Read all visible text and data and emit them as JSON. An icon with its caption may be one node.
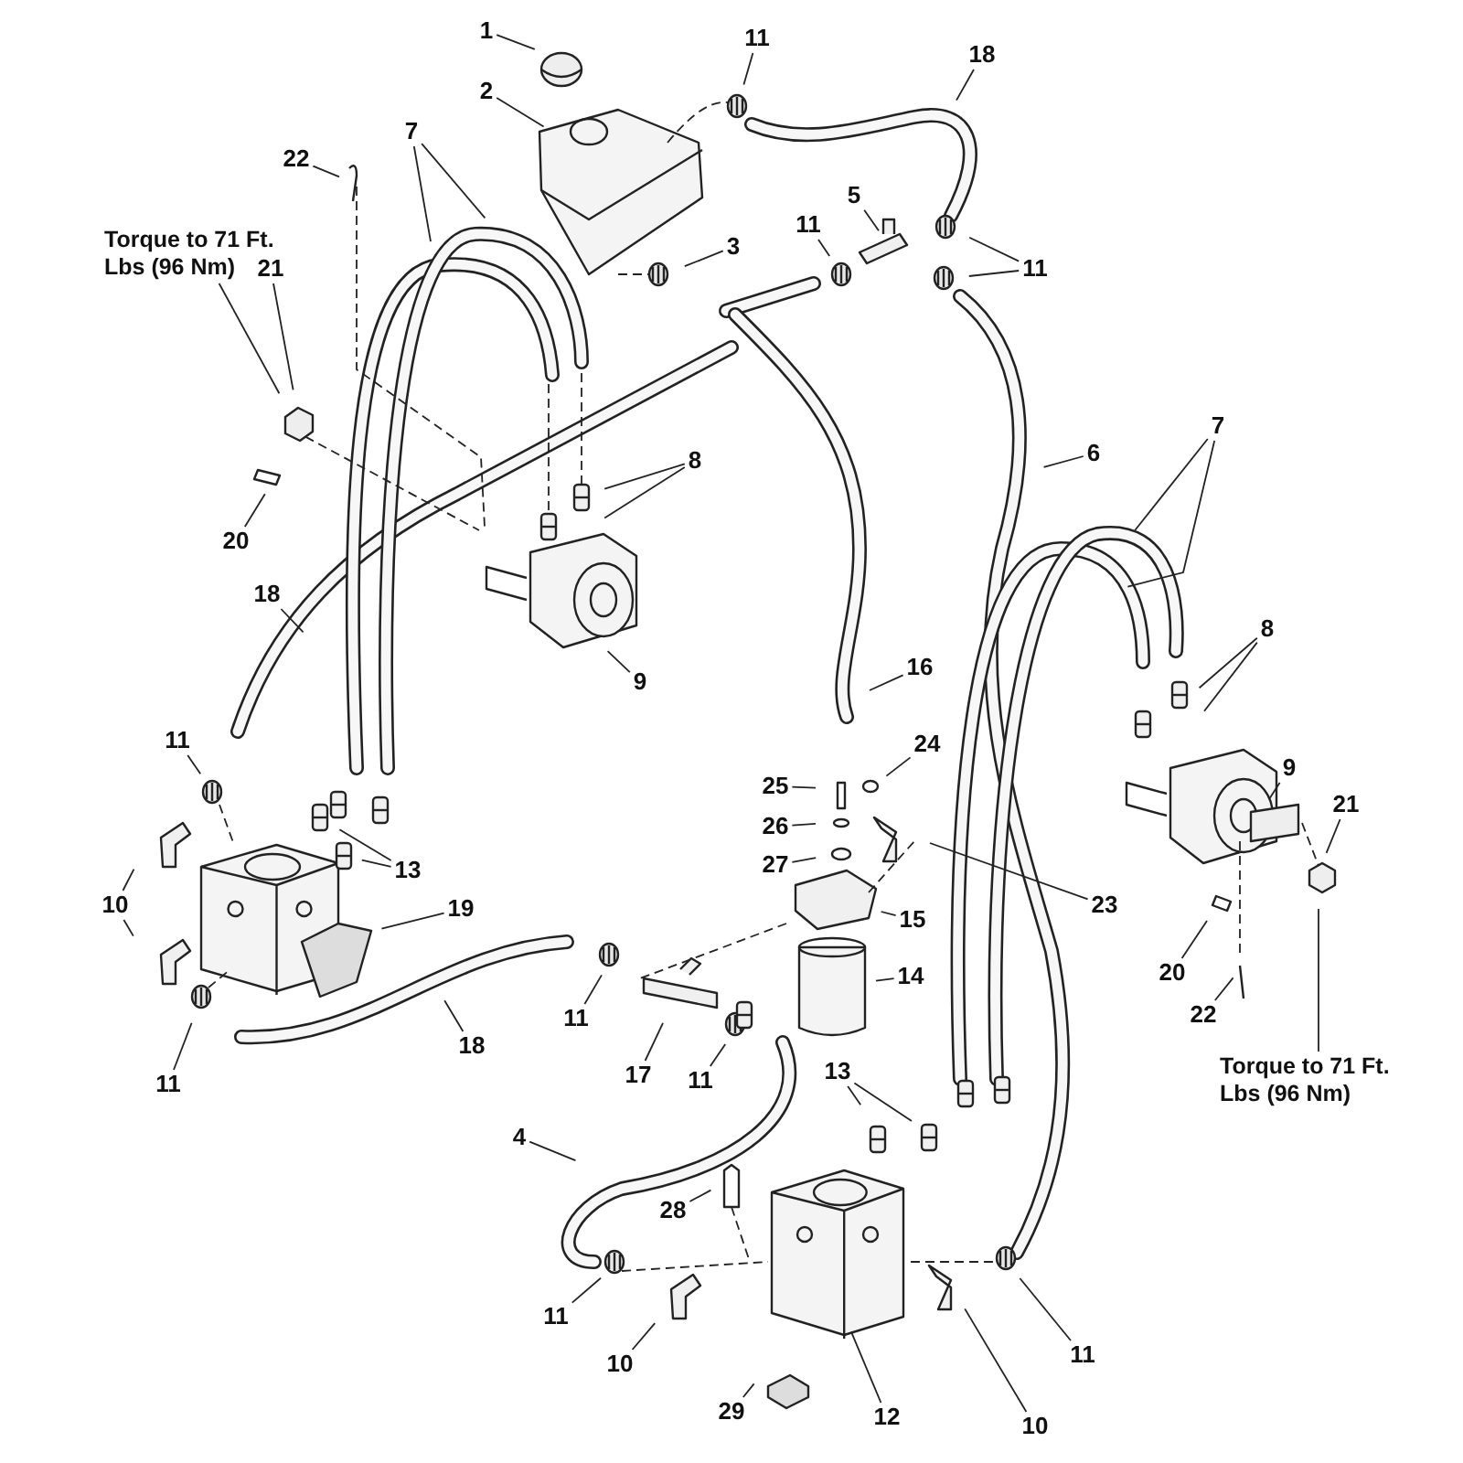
{
  "diagram": {
    "nodes": [
      {
        "text": [
          "1"
        ]
      },
      {
        "text": [
          "11"
        ]
      },
      {
        "text": [
          "18"
        ]
      },
      {
        "text": [
          "2"
        ]
      },
      {
        "text": [
          "7"
        ]
      },
      {
        "text": [
          "22"
        ]
      },
      {
        "text": [
          "5"
        ]
      },
      {
        "text": [
          "11"
        ]
      },
      {
        "text": [
          "Torque to 71 Ft. Lbs (96 Nm)"
        ]
      },
      {
        "text": [
          "3"
        ]
      },
      {
        "text": [
          "11"
        ]
      },
      {
        "text": [
          "21"
        ]
      },
      {
        "text": [
          "7"
        ]
      },
      {
        "text": [
          "6"
        ]
      },
      {
        "text": [
          "8"
        ]
      },
      {
        "text": [
          "20"
        ]
      },
      {
        "text": [
          "18"
        ]
      },
      {
        "text": [
          "8"
        ]
      },
      {
        "text": [
          "16"
        ]
      },
      {
        "text": [
          "9"
        ]
      },
      {
        "text": [
          "11"
        ]
      },
      {
        "text": [
          "24"
        ]
      },
      {
        "text": [
          "9"
        ]
      },
      {
        "text": [
          "25"
        ]
      },
      {
        "text": [
          "21"
        ]
      },
      {
        "text": [
          "26"
        ]
      },
      {
        "text": [
          "27"
        ]
      },
      {
        "text": [
          "13"
        ]
      },
      {
        "text": [
          "10"
        ]
      },
      {
        "text": [
          "23"
        ]
      },
      {
        "text": [
          "19"
        ]
      },
      {
        "text": [
          "15"
        ]
      },
      {
        "text": [
          "14"
        ]
      },
      {
        "text": [
          "20"
        ]
      },
      {
        "text": [
          "22"
        ]
      },
      {
        "text": [
          "11"
        ]
      },
      {
        "text": [
          "18"
        ]
      },
      {
        "text": [
          "13"
        ]
      },
      {
        "text": [
          "Torque to 71 Ft. Lbs (96 Nm)"
        ]
      },
      {
        "text": [
          "17"
        ]
      },
      {
        "text": [
          "11"
        ]
      },
      {
        "text": [
          "11"
        ]
      },
      {
        "text": [
          "4"
        ]
      },
      {
        "text": [
          "28"
        ]
      },
      {
        "text": [
          "11"
        ]
      },
      {
        "text": [
          "11"
        ]
      },
      {
        "text": [
          "10"
        ]
      },
      {
        "text": [
          "29"
        ]
      },
      {
        "text": [
          "12"
        ]
      },
      {
        "text": [
          "10"
        ]
      }
    ],
    "edges": [
      {
        "from": 0,
        "to": null,
        "arrow": "none"
      },
      {
        "from": 1,
        "to": null,
        "arrow": "none"
      },
      {
        "from": 2,
        "to": null,
        "arrow": "none"
      },
      {
        "from": 3,
        "to": null,
        "arrow": "none"
      },
      {
        "from": 4,
        "to": null,
        "arrow": "none"
      },
      {
        "from": 4,
        "to": null,
        "arrow": "none"
      },
      {
        "from": 5,
        "to": null,
        "arrow": "none"
      },
      {
        "from": 6,
        "to": null,
        "arrow": "none"
      },
      {
        "from": 7,
        "to": null,
        "arrow": "none"
      },
      {
        "from": 8,
        "to": null,
        "arrow": "none"
      },
      {
        "from": 9,
        "to": null,
        "arrow": "none"
      },
      {
        "from": 10,
        "to": null,
        "arrow": "none"
      },
      {
        "from": 10,
        "to": null,
        "arrow": "none"
      },
      {
        "from": 11,
        "to": null,
        "arrow": "none"
      },
      {
        "from": 12,
        "to": null,
        "arrow": "none"
      },
      {
        "from": 12,
        "to": null,
        "arrow": "none"
      },
      {
        "from": 13,
        "to": null,
        "arrow": "none"
      },
      {
        "from": 14,
        "to": null,
        "arrow": "none"
      },
      {
        "from": 14,
        "to": null,
        "arrow": "none"
      },
      {
        "from": 15,
        "to": null,
        "arrow": "none"
      },
      {
        "from": 16,
        "to": null,
        "arrow": "none"
      },
      {
        "from": 17,
        "to": null,
        "arrow": "none"
      },
      {
        "from": 17,
        "to": null,
        "arrow": "none"
      },
      {
        "from": 18,
        "to": null,
        "arrow": "none"
      },
      {
        "from": 19,
        "to": null,
        "arrow": "none"
      },
      {
        "from": 20,
        "to": null,
        "arrow": "none"
      },
      {
        "from": 21,
        "to": null,
        "arrow": "none"
      },
      {
        "from": 22,
        "to": null,
        "arrow": "none"
      },
      {
        "from": 23,
        "to": null,
        "arrow": "none"
      },
      {
        "from": 24,
        "to": null,
        "arrow": "none"
      },
      {
        "from": 25,
        "to": null,
        "arrow": "none"
      },
      {
        "from": 26,
        "to": null,
        "arrow": "none"
      },
      {
        "from": 27,
        "to": null,
        "arrow": "none"
      },
      {
        "from": 27,
        "to": null,
        "arrow": "none"
      },
      {
        "from": 28,
        "to": null,
        "arrow": "none"
      },
      {
        "from": 28,
        "to": null,
        "arrow": "none"
      },
      {
        "from": 29,
        "to": null,
        "arrow": "none"
      },
      {
        "from": 30,
        "to": null,
        "arrow": "none"
      },
      {
        "from": 31,
        "to": null,
        "arrow": "none"
      },
      {
        "from": 32,
        "to": null,
        "arrow": "none"
      },
      {
        "from": 33,
        "to": null,
        "arrow": "none"
      },
      {
        "from": 34,
        "to": null,
        "arrow": "none"
      },
      {
        "from": 35,
        "to": null,
        "arrow": "none"
      },
      {
        "from": 36,
        "to": null,
        "arrow": "none"
      },
      {
        "from": 37,
        "to": null,
        "arrow": "none"
      },
      {
        "from": 37,
        "to": null,
        "arrow": "none"
      },
      {
        "from": 38,
        "to": null,
        "arrow": "none"
      },
      {
        "from": 39,
        "to": null,
        "arrow": "none"
      },
      {
        "from": 40,
        "to": null,
        "arrow": "none"
      },
      {
        "from": 41,
        "to": null,
        "arrow": "none"
      },
      {
        "from": 42,
        "to": null,
        "arrow": "none"
      },
      {
        "from": 43,
        "to": null,
        "arrow": "none"
      },
      {
        "from": 44,
        "to": null,
        "arrow": "none"
      },
      {
        "from": 45,
        "to": null,
        "arrow": "none"
      },
      {
        "from": 46,
        "to": null,
        "arrow": "none"
      },
      {
        "from": 47,
        "to": null,
        "arrow": "none"
      },
      {
        "from": 48,
        "to": null,
        "arrow": "none"
      },
      {
        "from": 49,
        "to": null,
        "arrow": "none"
      }
    ]
  }
}
